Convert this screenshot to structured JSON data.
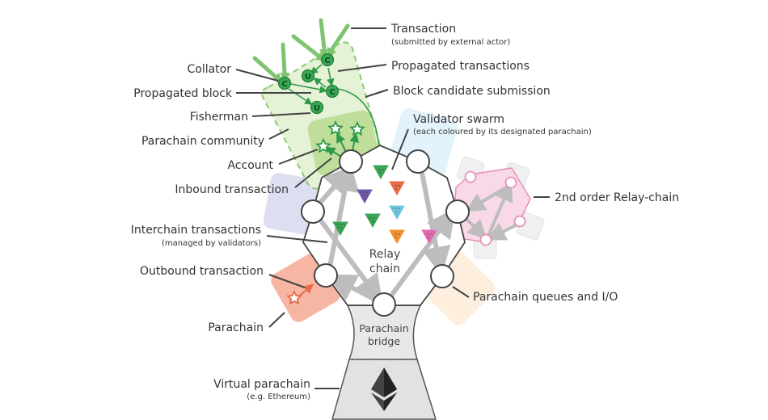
{
  "diagram": {
    "title": "Relay chain architecture",
    "colors": {
      "relay_outline": "#444444",
      "gray_arrow": "#bdbdbd",
      "parachain_green": "#3aa655",
      "parachain_green_light": "#e6f2d6",
      "parachain_green_mid": "#b9dc94",
      "parachain_red": "#f6a893",
      "parachain_blue": "#d9dcf0",
      "parachain_cyan": "#dff2fb",
      "parachain_peach": "#fdeedd",
      "second_order_pink": "#f7cfe0",
      "second_order_pink_stroke": "#e58fb7",
      "bridge_gray": "#e8e8e8",
      "validator_colors": [
        "#3aa655",
        "#e86a45",
        "#6e58a8",
        "#6fc8e2",
        "#3aa655",
        "#f0902e",
        "#e16ab0",
        "#3aa655"
      ]
    },
    "labels": {
      "transaction": "Transaction",
      "transaction_sub": "(submitted by external actor)",
      "propagated_transactions": "Propagated transactions",
      "block_candidate_submission": "Block candidate submission",
      "validator_swarm": "Validator swarm",
      "validator_swarm_sub": "(each coloured by its designated parachain)",
      "second_order_relay_chain": "2nd order Relay-chain",
      "parachain_queues_io": "Parachain queues and I/O",
      "collator": "Collator",
      "propagated_block": "Propagated block",
      "fisherman": "Fisherman",
      "parachain_community": "Parachain community",
      "account": "Account",
      "inbound_transaction": "Inbound transaction",
      "interchain_transactions": "Interchain transactions",
      "interchain_transactions_sub": "(managed by validators)",
      "outbound_transaction": "Outbound transaction",
      "parachain": "Parachain",
      "virtual_parachain": "Virtual parachain",
      "virtual_parachain_sub": "(e.g. Ethereum)",
      "relay_chain_line1": "Relay",
      "relay_chain_line2": "chain",
      "parachain_bridge_line1": "Parachain",
      "parachain_bridge_line2": "bridge"
    },
    "node_letters": {
      "collator": "C",
      "fisherman": "U"
    },
    "icons": {
      "virtual_parachain_logo": "ethereum-logo-icon",
      "account": "star-icon",
      "validator": "triangle-icon"
    }
  }
}
